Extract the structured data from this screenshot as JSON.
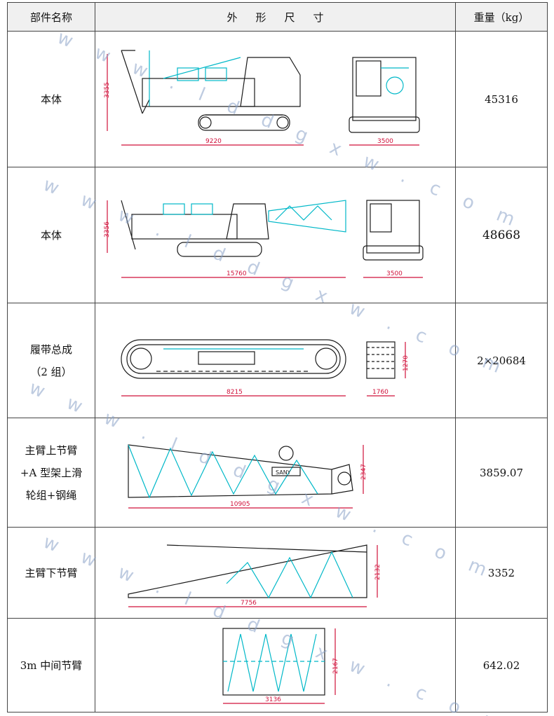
{
  "header": {
    "part": "部件名称",
    "dimension": "外形尺寸",
    "weight": "重量（kg）"
  },
  "rows": [
    {
      "name_lines": [
        "本体"
      ],
      "weight": "45316",
      "dims": [
        "3355",
        "9220",
        "3500"
      ]
    },
    {
      "name_lines": [
        "本体"
      ],
      "weight": "48668",
      "dims": [
        "3356",
        "15760",
        "3500"
      ]
    },
    {
      "name_lines": [
        "履带总成",
        "（2 组）"
      ],
      "weight": "2×20684",
      "dims": [
        "8215",
        "1760",
        "1270"
      ]
    },
    {
      "name_lines": [
        "主臂上节臂",
        "+A 型架上滑",
        "轮组+钢绳"
      ],
      "weight": "3859.07",
      "dims": [
        "10905",
        "2347"
      ],
      "logo": "SANY"
    },
    {
      "name_lines": [
        "主臂下节臂"
      ],
      "weight": "3352",
      "dims": [
        "7756",
        "2132"
      ]
    },
    {
      "name_lines": [
        "3m 中间节臂"
      ],
      "weight": "642.02",
      "dims": [
        "3136",
        "2167"
      ]
    }
  ],
  "watermark": "w w w . l d d g x w . c o m",
  "colors": {
    "drawing": "#1a1a1a",
    "accent": "#00b8c8",
    "dimension": "#d0103a",
    "watermark": "#8aa2c8"
  }
}
